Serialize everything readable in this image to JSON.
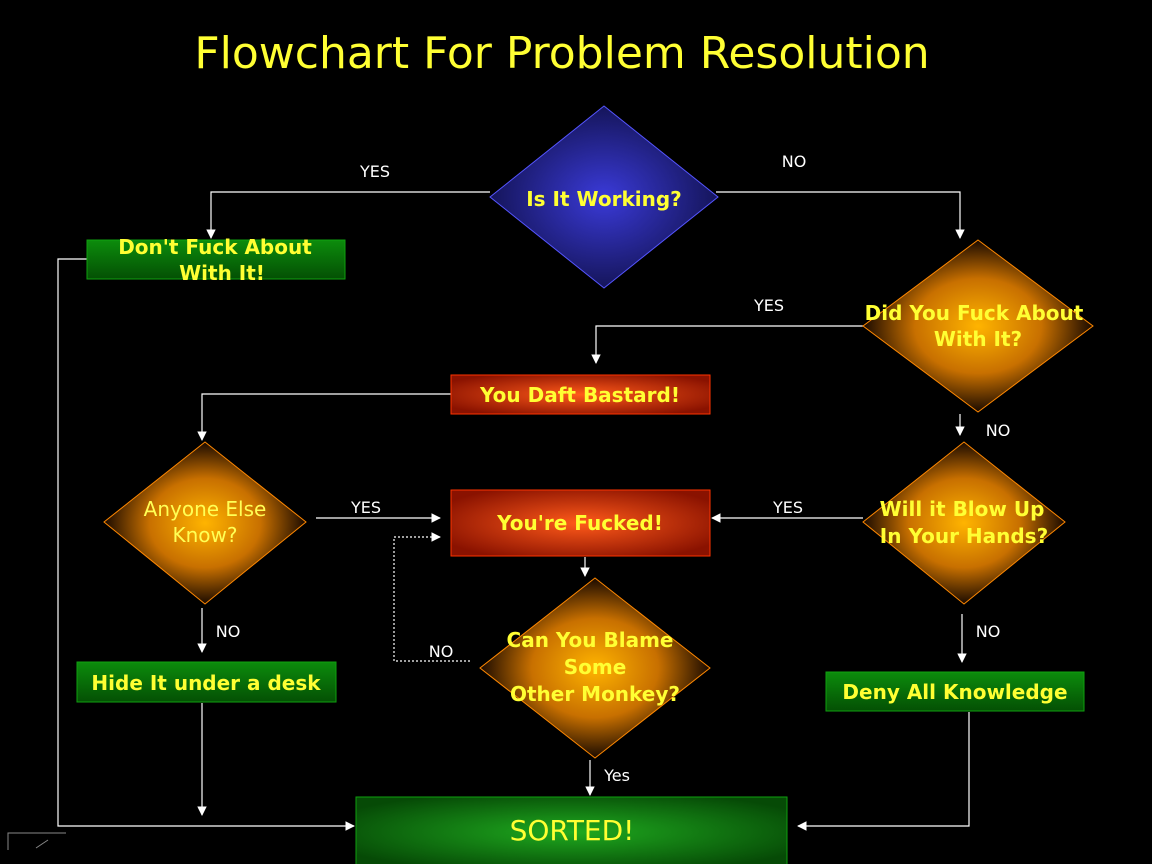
{
  "title": "Flowchart For Problem Resolution",
  "nodes": {
    "is_working": "Is It Working?",
    "dont_fuck": [
      "Don't Fuck About",
      "With It!"
    ],
    "did_you_fuck": [
      "Did You Fuck About",
      "With It?"
    ],
    "daft": "You Daft Bastard!",
    "anyone_else": [
      "Anyone Else",
      "Know?"
    ],
    "youre_fucked": "You're Fucked!",
    "blow_up": [
      "Will it Blow Up",
      "In Your Hands?"
    ],
    "blame": [
      "Can You Blame",
      "Some",
      "Other Monkey?"
    ],
    "hide": "Hide It under a desk",
    "deny": "Deny All Knowledge",
    "sorted": "SORTED!"
  },
  "edges": {
    "yes1": "YES",
    "no1": "NO",
    "yes2": "YES",
    "no2": "NO",
    "yes3": "YES",
    "yes4": "YES",
    "no3": "NO",
    "no4": "NO",
    "no5": "NO",
    "yes5": "Yes"
  },
  "colors": {
    "text_yellow": "#ffff33",
    "green_box": "#0a7a0a",
    "red_box": "#cc2200",
    "orange_diamond": "#ff9900",
    "blue_diamond": "#2a2aa0"
  }
}
